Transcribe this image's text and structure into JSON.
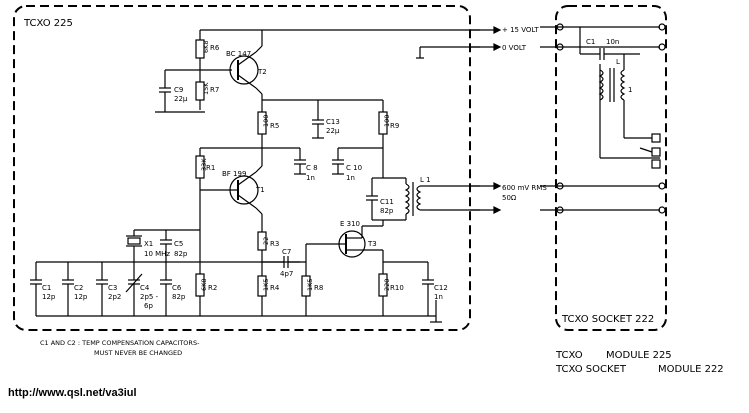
{
  "module": {
    "title": "TCXO 225",
    "supply_pos": "+ 15 VOLT",
    "supply_gnd": "0 VOLT",
    "output": "600 mV RMS",
    "output_imp": "50Ω"
  },
  "socket": {
    "title": "TCXO SOCKET 222",
    "c1": "C1",
    "c1_val": "10n",
    "l1": "L",
    "l1_num": "1"
  },
  "components": {
    "R6": "R6",
    "R6_val": "6K8",
    "R7": "R7",
    "R7_val": "15K",
    "C9": "C9",
    "C9_val": "22µ",
    "T2": "T2",
    "T2_type": "BC 147",
    "R5": "R5",
    "R5_val": "100",
    "C13": "C13",
    "C13_val": "22µ",
    "R9": "R9",
    "R9_val": "100",
    "R1": "R1",
    "R1_val": "33K",
    "T1": "T1",
    "T1_type": "BF 199",
    "C8": "C 8",
    "C8_val": "1n",
    "C10": "C 10",
    "C10_val": "1n",
    "L1": "L 1",
    "C11": "C11",
    "C11_val": "82p",
    "X1": "X1",
    "X1_val": "10 MHz",
    "C5": "C5",
    "C5_val": "82p",
    "R3": "R3",
    "R3_val": "22",
    "C7": "C7",
    "C7_val": "4p7",
    "T3": "T3",
    "T3_type": "E 310",
    "C1": "C1",
    "C1_val": "12p",
    "C2": "C2",
    "C2_val": "12p",
    "C3": "C3",
    "C3_val": "2p2",
    "C4": "C4",
    "C4_val": "2p5 -",
    "C4_val2": "6p",
    "C6": "C6",
    "C6_val": "82p",
    "R2": "R2",
    "R2_val": "6K8",
    "R4": "R4",
    "R4_val": "1K5",
    "R8": "R8",
    "R8_val": "1K5",
    "R10": "R10",
    "R10_val": "220",
    "C12": "C12",
    "C12_val": "1n"
  },
  "notes": {
    "line1": "C1  AND C2  :  TEMP COMPENSATION CAPACITORS-",
    "line2": "MUST NEVER BE CHANGED"
  },
  "caption": {
    "line1_a": "TCXO",
    "line1_b": "MODULE 225",
    "line2_a": "TCXO SOCKET",
    "line2_b": "MODULE 222"
  },
  "url": "http://www.qsl.net/va3iul"
}
